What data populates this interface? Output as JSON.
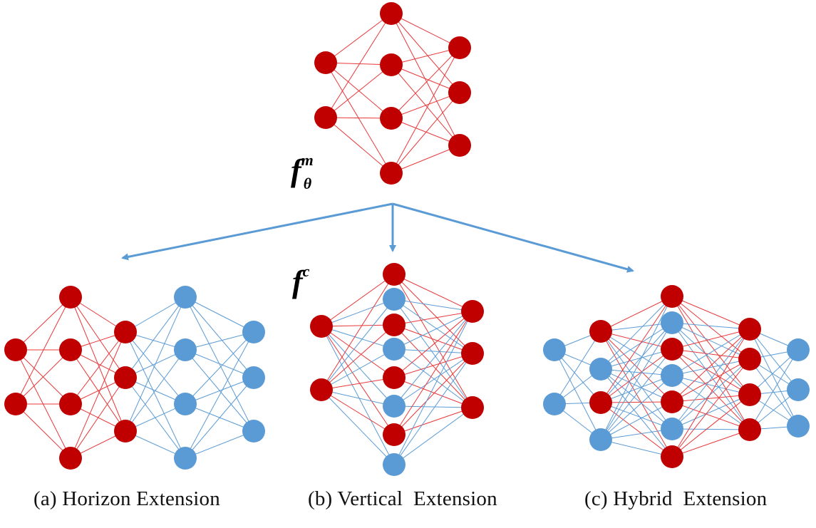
{
  "colors": {
    "original_node": "#c00000",
    "original_edge": "#e8383a",
    "extended_node": "#5b9bd5",
    "extended_edge": "#5b9bd5",
    "arrow": "#5b9bd5"
  },
  "labels": {
    "original_model": {
      "base": "f",
      "sup": "m",
      "sub": "θ"
    },
    "combined_model": {
      "base": "f",
      "sup": "c"
    }
  },
  "captions": {
    "a": "(a) Horizon Extension",
    "b": "(b) Vertical  Extension",
    "c": "(c) Hybrid  Extension"
  },
  "networks": {
    "original": {
      "layers": [
        [
          "r",
          "r"
        ],
        [
          "r",
          "r",
          "r",
          "r"
        ],
        [
          "r",
          "r",
          "r"
        ]
      ]
    },
    "horizon": {
      "layers": [
        [
          "r",
          "r"
        ],
        [
          "r",
          "r",
          "r",
          "r"
        ],
        [
          "r",
          "r",
          "r"
        ],
        [
          "b",
          "b",
          "b",
          "b"
        ],
        [
          "b",
          "b",
          "b"
        ]
      ]
    },
    "vertical": {
      "layers": [
        [
          "r",
          "r"
        ],
        [
          "r",
          "b",
          "r",
          "b",
          "r",
          "b",
          "r",
          "b"
        ],
        [
          "r",
          "r",
          "r"
        ]
      ]
    },
    "hybrid": {
      "layers": [
        [
          "b",
          "b"
        ],
        [
          "r",
          "b",
          "r",
          "b"
        ],
        [
          "r",
          "b",
          "r",
          "b",
          "r",
          "b",
          "r"
        ],
        [
          "r",
          "r",
          "r",
          "r"
        ],
        [
          "b",
          "b",
          "b"
        ]
      ]
    }
  }
}
